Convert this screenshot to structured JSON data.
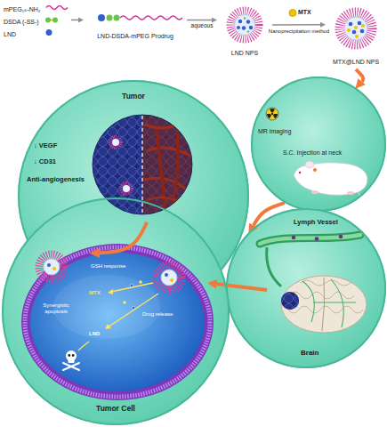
{
  "diagram": {
    "nodes": [
      {
        "text": [
          "mPEG₅ₖ-NH₂",
          "DSDA (-SS-)",
          "LND"
        ]
      },
      {
        "text": [
          "LND-DSDA-mPEG Prodrug"
        ]
      },
      {
        "text": [
          "LND NPS"
        ]
      },
      {
        "text": [
          "MTX@LND NPS"
        ]
      },
      {
        "text": [
          "Tumor",
          "↓ VEGF",
          "↓ CD31",
          "Anti-angiogenesis"
        ]
      },
      {
        "text": [
          "S.C. Injection at neck",
          "MR imaging"
        ]
      },
      {
        "text": [
          "Lymph Vessel",
          "Brain"
        ]
      },
      {
        "text": [
          "Tumor Cell",
          "GSH response",
          "Synergistic apoptosis",
          "MTX",
          "Drug release",
          "LND"
        ]
      }
    ],
    "edges": [
      {
        "from": 0,
        "to": 1,
        "arrow": "to"
      },
      {
        "from": 1,
        "to": 2,
        "label": "aqueous",
        "arrow": "to"
      },
      {
        "from": 2,
        "to": 3,
        "label": "Nanoprecipitation method",
        "arrow": "to"
      },
      {
        "from": 3,
        "to": 5,
        "arrow": "to"
      },
      {
        "from": 5,
        "to": 6,
        "arrow": "to"
      },
      {
        "from": 6,
        "to": 4,
        "arrow": "to"
      },
      {
        "from": 4,
        "to": 7,
        "arrow": "to"
      }
    ],
    "labels": [
      "MTX"
    ]
  }
}
